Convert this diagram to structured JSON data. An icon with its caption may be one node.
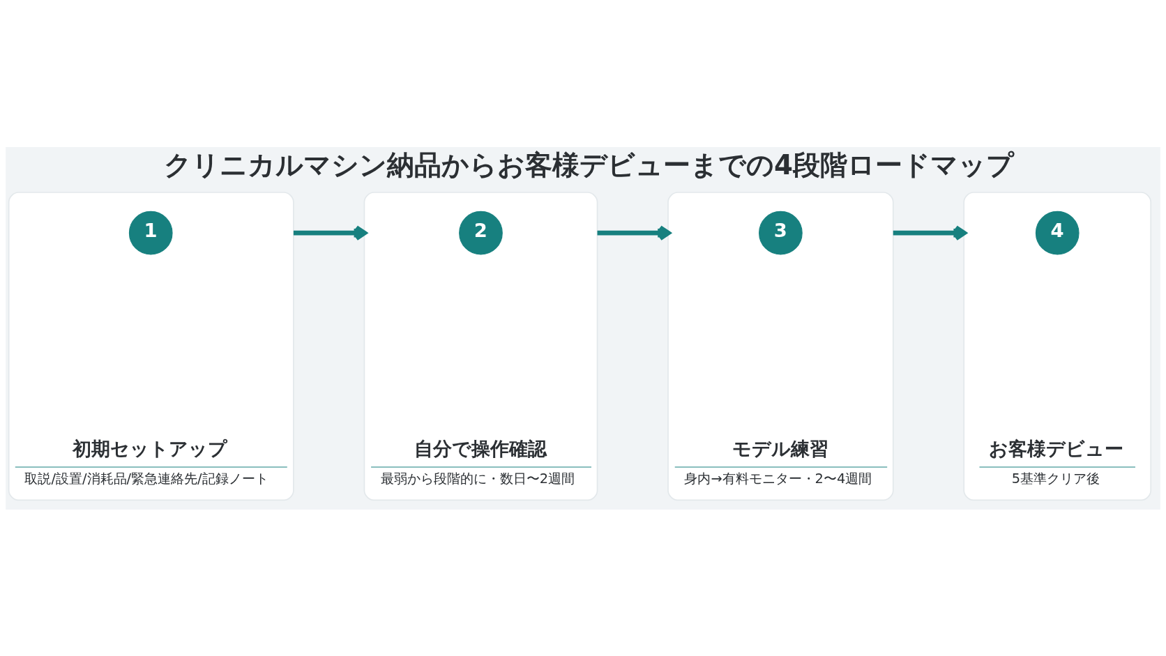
{
  "diagram": {
    "title": "クリニカルマシン納品からお客様デビューまでの4段階ロードマップ",
    "nodes": [
      {
        "text": [
          "初期セットアップ",
          "取説/設置/消耗品/緊急連絡先/記録ノート"
        ]
      },
      {
        "text": [
          "1"
        ],
        "in": 0
      },
      {
        "text": [
          "自分で操作確認",
          "最弱から段階的に・数日〜2週間"
        ]
      },
      {
        "text": [
          "2"
        ],
        "in": 2
      },
      {
        "text": [
          "モデル練習",
          "身内→有料モニター・2〜4週間"
        ]
      },
      {
        "text": [
          "3"
        ],
        "in": 4
      },
      {
        "text": [
          "お客様デビュー",
          "5基準クリア後"
        ]
      },
      {
        "text": [
          "4"
        ],
        "in": 6
      }
    ],
    "edges": [
      {
        "from": 0,
        "to": 2,
        "arrow": "to"
      },
      {
        "from": 2,
        "to": 4,
        "arrow": "to"
      },
      {
        "from": 4,
        "to": 6,
        "arrow": "to"
      }
    ]
  }
}
